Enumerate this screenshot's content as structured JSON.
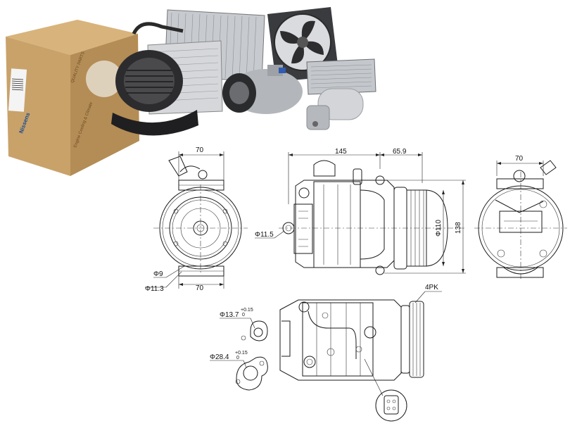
{
  "brand": {
    "box_logo": "Nissens",
    "box_side_text": "Engine Cooling & Climate",
    "box_tagline": "QUALITY PARTS"
  },
  "colors": {
    "box": "#c9a26a",
    "box_dark": "#a37e48",
    "metal": "#b9bcc0",
    "ink": "#1a1a1a"
  },
  "dimensions": {
    "front_top_width": "70",
    "front_bottom_width": "70",
    "front_hole_small": "Φ9",
    "front_hole_large": "Φ11.3",
    "side_length": "145",
    "side_clutch_length": "65.9",
    "side_mount_hole": "Φ11.5",
    "pulley_diameter": "Φ110",
    "overall_height": "138",
    "rear_width": "70",
    "belt_type": "4PK",
    "port_small_diameter": "Φ13.7",
    "port_small_tol": "+0.15",
    "port_small_tol_low": "0",
    "port_large_diameter": "Φ28.4",
    "port_large_tol": "+0.15",
    "port_large_tol_low": "0"
  }
}
